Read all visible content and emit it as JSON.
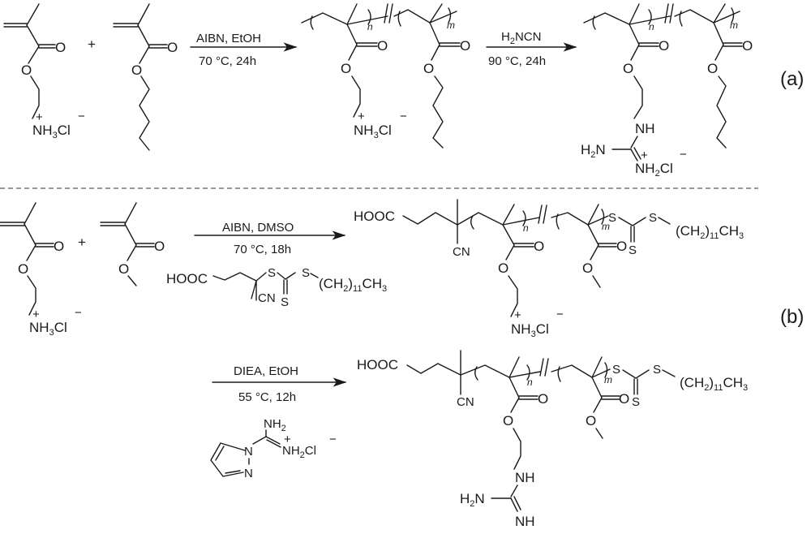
{
  "scheme_a": {
    "label": "(a)",
    "monomer1": {
      "name": "aminoethyl methacrylate hydrochloride",
      "carbonyl_O": "O",
      "ester_O": "O",
      "amine": "NH",
      "amine_sub": "3",
      "counter": "Cl",
      "plus": "+",
      "minus": "−"
    },
    "plus_sign": "+",
    "monomer2": {
      "name": "butyl methacrylate",
      "carbonyl_O": "O",
      "ester_O": "O"
    },
    "step1": {
      "reagents": "AIBN, EtOH",
      "conditions": "70 °C, 24h"
    },
    "product1": {
      "n": "n",
      "m": "m",
      "amine": "NH",
      "amine_sub": "3",
      "counter": "Cl",
      "plus": "+",
      "minus": "−",
      "O": "O"
    },
    "step2": {
      "reagent_main": "H",
      "reagent_sub": "2",
      "reagent_rest": "NCN",
      "conditions": "90 °C, 24h"
    },
    "product2": {
      "n": "n",
      "m": "m",
      "O": "O",
      "nh": "NH",
      "h2n_main": "H",
      "h2n_sub": "2",
      "h2n_rest": "N",
      "nh2_main": "NH",
      "nh2_sub": "2",
      "counter": "Cl",
      "plus": "+",
      "minus": "−"
    }
  },
  "scheme_b": {
    "label": "(b)",
    "monomer1": {
      "O": "O",
      "amine": "NH",
      "amine_sub": "3",
      "counter": "Cl",
      "plus": "+",
      "minus": "−"
    },
    "plus_sign": "+",
    "monomer2": {
      "O": "O"
    },
    "step1": {
      "reagents": "AIBN, DMSO",
      "conditions": "70 °C, 18h"
    },
    "cta": {
      "hooc": "HOOC",
      "cn": "CN",
      "S": "S",
      "chain_open": "(CH",
      "chain_sub1": "2",
      "chain_mid": ")",
      "chain_sub2": "11",
      "chain_end": "CH",
      "chain_sub3": "3"
    },
    "product1": {
      "hooc": "HOOC",
      "cn": "CN",
      "n": "n",
      "m": "m",
      "O": "O",
      "S": "S",
      "amine": "NH",
      "amine_sub": "3",
      "counter": "Cl",
      "plus": "+",
      "minus": "−",
      "chain_open": "(CH",
      "chain_sub1": "2",
      "chain_mid": ")",
      "chain_sub2": "11",
      "chain_end": "CH",
      "chain_sub3": "3"
    },
    "step2": {
      "reagents": "DIEA, EtOH",
      "conditions": "55 °C, 12h"
    },
    "guanylating_agent": {
      "N": "N",
      "nh2": "NH",
      "nh2_sub": "2",
      "nh2plus": "NH",
      "nh2plus_sub": "2",
      "counter": "Cl",
      "plus": "+",
      "minus": "−"
    },
    "product2": {
      "hooc": "HOOC",
      "cn": "CN",
      "n": "n",
      "m": "m",
      "O": "O",
      "S": "S",
      "nh": "NH",
      "h2n_main": "H",
      "h2n_sub": "2",
      "h2n_rest": "N",
      "nh_imine": "NH",
      "chain_open": "(CH",
      "chain_sub1": "2",
      "chain_mid": ")",
      "chain_sub2": "11",
      "chain_end": "CH",
      "chain_sub3": "3"
    }
  }
}
